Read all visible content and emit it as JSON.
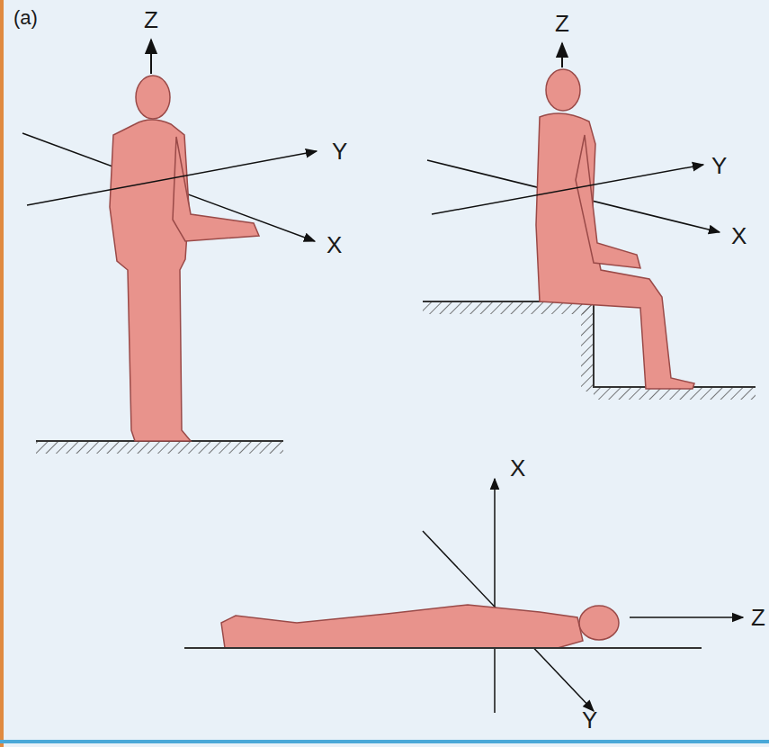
{
  "diagram": {
    "labels": [
      "(a)",
      "Z",
      "Y",
      "X",
      "Z",
      "Y",
      "X",
      "X",
      "Z",
      "Y"
    ]
  }
}
